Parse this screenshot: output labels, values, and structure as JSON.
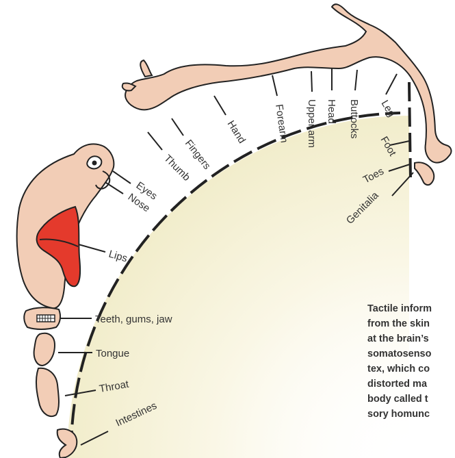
{
  "labels": {
    "genitalia": "Genitalia",
    "toes": "Toes",
    "foot": "Foot",
    "leg": "Leg",
    "buttocks": "Buttocks",
    "head": "Head",
    "upper_arm": "Upper arm",
    "forearm": "Forearm",
    "hand": "Hand",
    "fingers": "Fingers",
    "thumb": "Thumb",
    "eyes": "Eyes",
    "nose": "Nose",
    "lips": "Lips",
    "teeth": "Teeth, gums, jaw",
    "tongue": "Tongue",
    "throat": "Throat",
    "intestines": "Intestines"
  },
  "caption": {
    "line1": "Tactile inform",
    "line2": "from the skin",
    "line3": "at the brain’s",
    "line4": "somatosenso",
    "line5": "tex, which co",
    "line6": "distorted ma",
    "line7": "body called t",
    "line8": "sory homunc"
  },
  "colors": {
    "skin": "#f2cdb6",
    "lips": "#e43a2c",
    "cortex_fill": "#f5f1d6",
    "outline": "#222222"
  }
}
